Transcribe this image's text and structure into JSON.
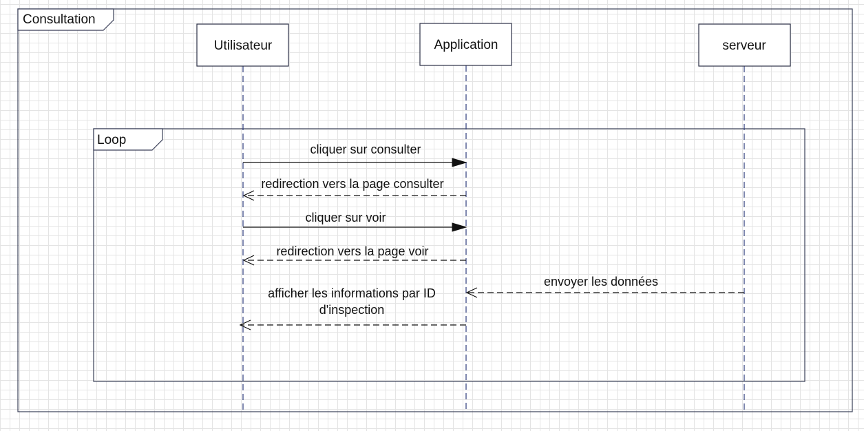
{
  "frame": {
    "label": "Consultation"
  },
  "loop": {
    "label": "Loop"
  },
  "lifelines": [
    {
      "id": "utilisateur",
      "label": "Utilisateur"
    },
    {
      "id": "application",
      "label": "Application"
    },
    {
      "id": "serveur",
      "label": "serveur"
    }
  ],
  "messages": [
    {
      "from": "utilisateur",
      "to": "application",
      "kind": "sync",
      "lines": [
        "cliquer sur consulter"
      ]
    },
    {
      "from": "application",
      "to": "utilisateur",
      "kind": "return",
      "lines": [
        "redirection vers la page consulter"
      ]
    },
    {
      "from": "utilisateur",
      "to": "application",
      "kind": "sync",
      "lines": [
        "cliquer sur voir"
      ]
    },
    {
      "from": "application",
      "to": "utilisateur",
      "kind": "return",
      "lines": [
        "redirection vers la page voir"
      ]
    },
    {
      "from": "serveur",
      "to": "application",
      "kind": "return",
      "lines": [
        "envoyer les données"
      ]
    },
    {
      "from": "application",
      "to": "utilisateur",
      "kind": "return",
      "lines": [
        "afficher les informations par ID",
        "d'inspection"
      ]
    }
  ]
}
